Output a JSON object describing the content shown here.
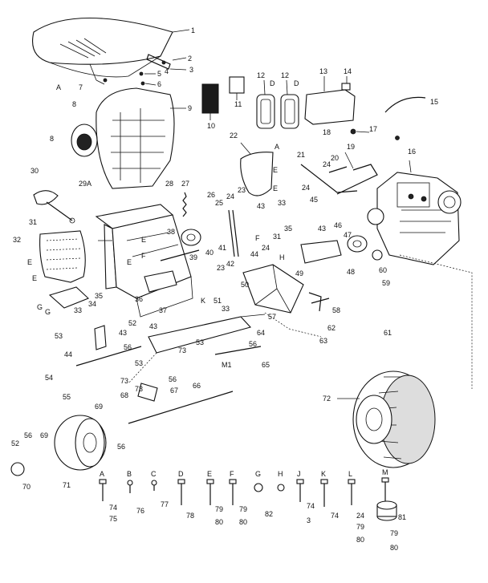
{
  "callouts": [
    "1",
    "2",
    "3",
    "4",
    "5",
    "6",
    "7",
    "8",
    "8",
    "9",
    "10",
    "11",
    "12",
    "12",
    "13",
    "14",
    "15",
    "16",
    "17",
    "18",
    "19",
    "20",
    "21",
    "22",
    "23",
    "23",
    "24",
    "24",
    "24",
    "24",
    "25",
    "26",
    "27",
    "28",
    "29",
    "30",
    "31",
    "31",
    "32",
    "33",
    "33",
    "33",
    "34",
    "35",
    "35",
    "36",
    "37",
    "38",
    "39",
    "40",
    "41",
    "42",
    "43",
    "43",
    "43",
    "43",
    "44",
    "44",
    "45",
    "46",
    "47",
    "48",
    "49",
    "50",
    "51",
    "52",
    "52",
    "53",
    "53",
    "53",
    "54",
    "55",
    "56",
    "56",
    "56",
    "56",
    "56",
    "57",
    "58",
    "59",
    "60",
    "61",
    "62",
    "63",
    "64",
    "65",
    "66",
    "67",
    "68",
    "69",
    "69",
    "70",
    "71",
    "72",
    "73",
    "73",
    "73"
  ],
  "letter_callouts": [
    "A",
    "A",
    "D",
    "D",
    "E",
    "E",
    "E",
    "E",
    "E",
    "F",
    "F",
    "G",
    "G",
    "H",
    "K",
    "M1",
    "A",
    "E"
  ],
  "hardware_row": {
    "headers": [
      "A",
      "B",
      "C",
      "D",
      "E",
      "F",
      "G",
      "H",
      "J",
      "K",
      "L",
      "M"
    ],
    "sub_labels": [
      "74",
      "75",
      "76",
      "77",
      "78",
      "79",
      "80",
      "79",
      "80",
      "82",
      "74",
      "3",
      "74",
      "24",
      "79",
      "80",
      "81",
      "79",
      "80"
    ]
  }
}
